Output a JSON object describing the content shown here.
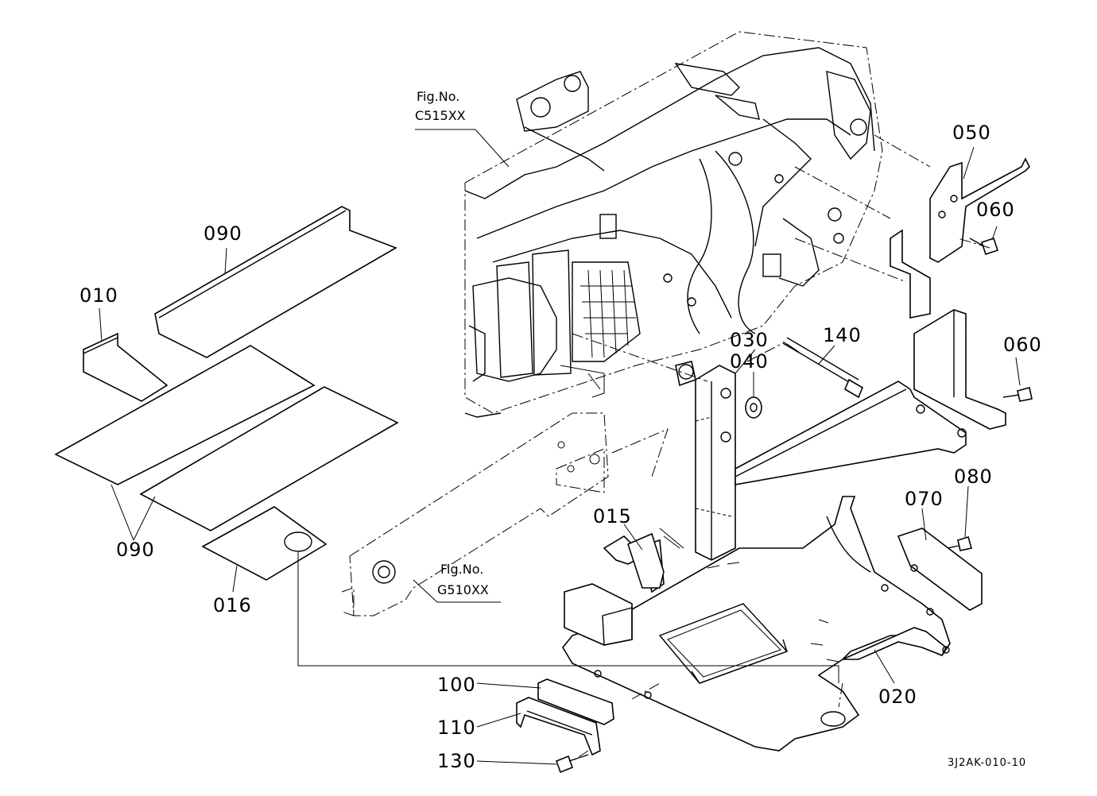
{
  "figure_refs": {
    "transmission": {
      "line1": "Fig.No.",
      "line2": "C515XX"
    },
    "frame": {
      "line1": "Fig.No.",
      "line2": "G510XX"
    }
  },
  "parts": {
    "p010": "010",
    "p015": "015",
    "p016": "016",
    "p020": "020",
    "p030": "030",
    "p040": "040",
    "p050": "050",
    "p060a": "060",
    "p060b": "060",
    "p070": "070",
    "p080": "080",
    "p090a": "090",
    "p090b": "090",
    "p100": "100",
    "p110": "110",
    "p130": "130",
    "p140": "140"
  },
  "drawing_code": "3J2AK-010-10"
}
